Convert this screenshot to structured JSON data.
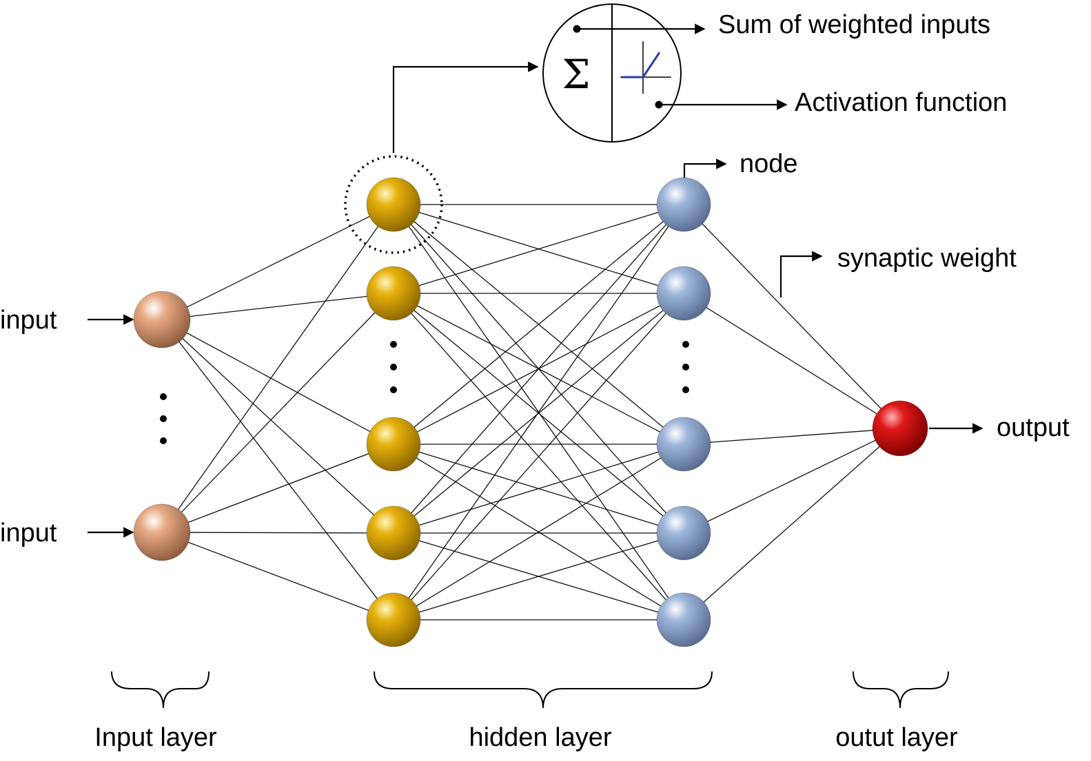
{
  "labels": {
    "input_1": "input",
    "input_2": "input",
    "output": "output",
    "sum": "Sum of weighted inputs",
    "activation": "Activation function",
    "node": "node",
    "synaptic": "synaptic weight",
    "sigma": "Σ",
    "input_layer": "Input layer",
    "hidden_layer": "hidden layer",
    "output_layer": "outut layer"
  },
  "colors": {
    "input_node": "#e8aa84",
    "hidden1_node": "#e6b10c",
    "hidden2_node": "#9fb7dc",
    "output_node": "#e01818",
    "activation_curve": "#2b3fa8"
  },
  "network": {
    "input_nodes": 2,
    "hidden_layer_1_nodes": 5,
    "hidden_layer_2_nodes": 5,
    "output_nodes": 1,
    "fully_connected": true
  }
}
